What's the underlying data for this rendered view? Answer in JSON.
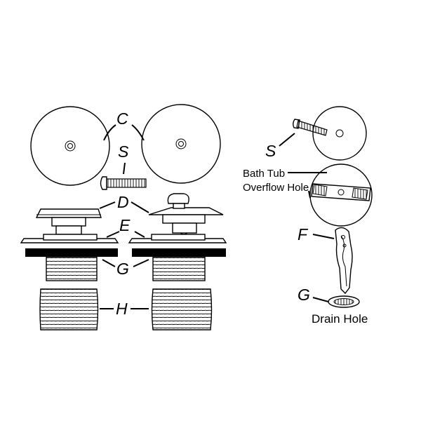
{
  "labels": {
    "C": "C",
    "S_left": "S",
    "D": "D",
    "E": "E",
    "G_left": "G",
    "H": "H",
    "S_right": "S",
    "F": "F",
    "G_right": "G"
  },
  "captions": {
    "overflow_line1": "Bath Tub",
    "overflow_line2": "Overflow Hole",
    "drain": "Drain Hole"
  },
  "colors": {
    "line": "#000000",
    "background": "#ffffff"
  }
}
